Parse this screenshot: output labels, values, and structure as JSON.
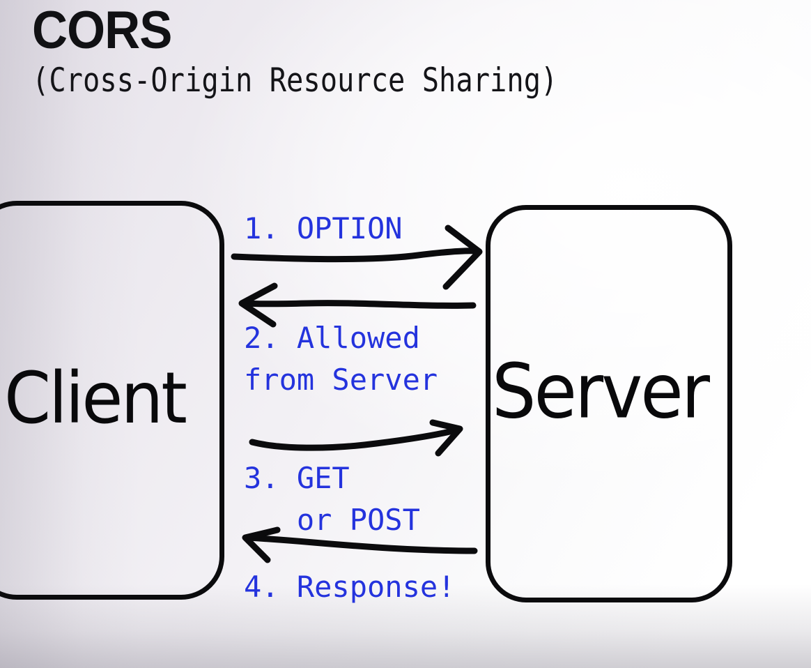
{
  "title": "CORS",
  "subtitle": "(Cross-Origin Resource Sharing)",
  "colors": {
    "ink": "#0b0b0d",
    "step_text": "#2433dd",
    "background_left": "#e4e0e8",
    "background_right": "#ffffff"
  },
  "nodes": [
    {
      "id": "client",
      "label": "Client"
    },
    {
      "id": "server",
      "label": "Server"
    }
  ],
  "steps": [
    {
      "number": "1.",
      "text": "1. OPTION",
      "direction": "client-to-server"
    },
    {
      "number": "2.",
      "text": "2. Allowed\nfrom Server",
      "direction": "server-to-client"
    },
    {
      "number": "3.",
      "text": "3. GET\n   or POST",
      "direction": "client-to-server"
    },
    {
      "number": "4.",
      "text": "4. Response!",
      "direction": "server-to-client"
    }
  ],
  "diagram": {
    "type": "sequence-flow",
    "arrows": [
      {
        "name": "arrow-1-option",
        "from": "client",
        "to": "server",
        "points": "right"
      },
      {
        "name": "arrow-2-allowed",
        "from": "server",
        "to": "client",
        "points": "left"
      },
      {
        "name": "arrow-3-get-post",
        "from": "client",
        "to": "server",
        "points": "right"
      },
      {
        "name": "arrow-4-response",
        "from": "server",
        "to": "client",
        "points": "left"
      }
    ]
  }
}
